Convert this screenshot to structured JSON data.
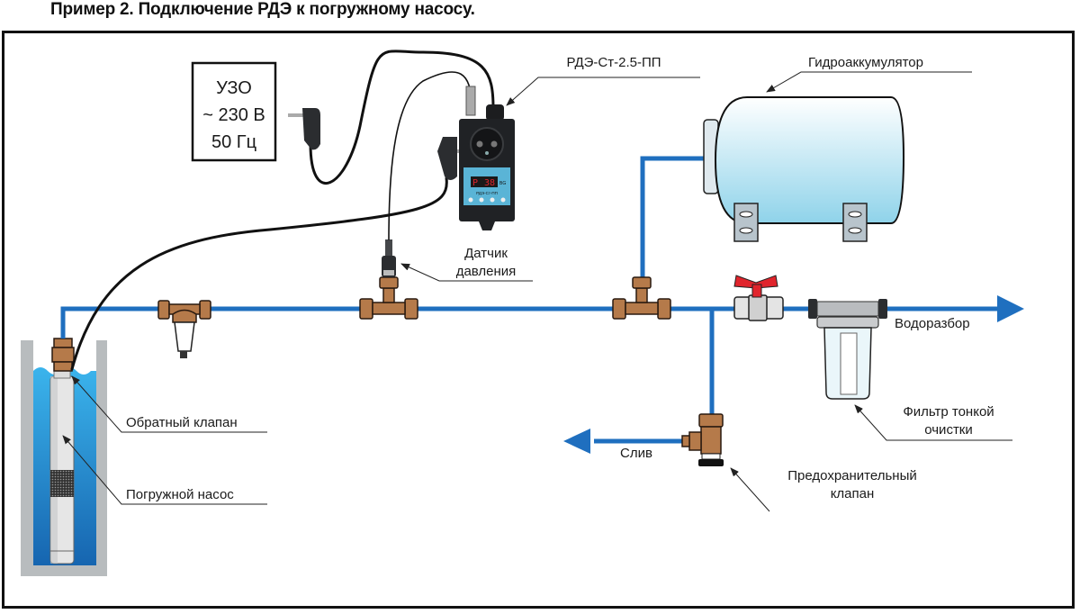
{
  "title": "Пример 2. Подключение РДЭ к погружному насосу.",
  "power_box": {
    "line1": "УЗО",
    "line2": "~ 230 В",
    "line3": "50 Гц"
  },
  "controller": {
    "label": "РДЭ-Ст-2.5-ПП",
    "display_prefix": "P",
    "display_value": "38",
    "display_unit": "BG",
    "model_text": "РДЭ-Ст-ПП"
  },
  "labels": {
    "accumulator": "Гидроаккумулятор",
    "pressure_sensor_line1": "Датчик",
    "pressure_sensor_line2": "давления",
    "water_outlet": "Водоразбор",
    "fine_filter_line1": "Фильтр тонкой",
    "fine_filter_line2": "очистки",
    "drain": "Слив",
    "safety_valve_line1": "Предохранительный",
    "safety_valve_line2": "клапан",
    "check_valve": "Обратный клапан",
    "submersible_pump": "Погружной насос"
  },
  "colors": {
    "pipe": "#1f6fbf",
    "brass": "#b57a4a",
    "water": "#2aa0e0",
    "tank": "#bfe6f2",
    "valve_handle": "#e0242c",
    "controller_screen": "#5ab4d6",
    "display_digits": "#e0242c"
  }
}
